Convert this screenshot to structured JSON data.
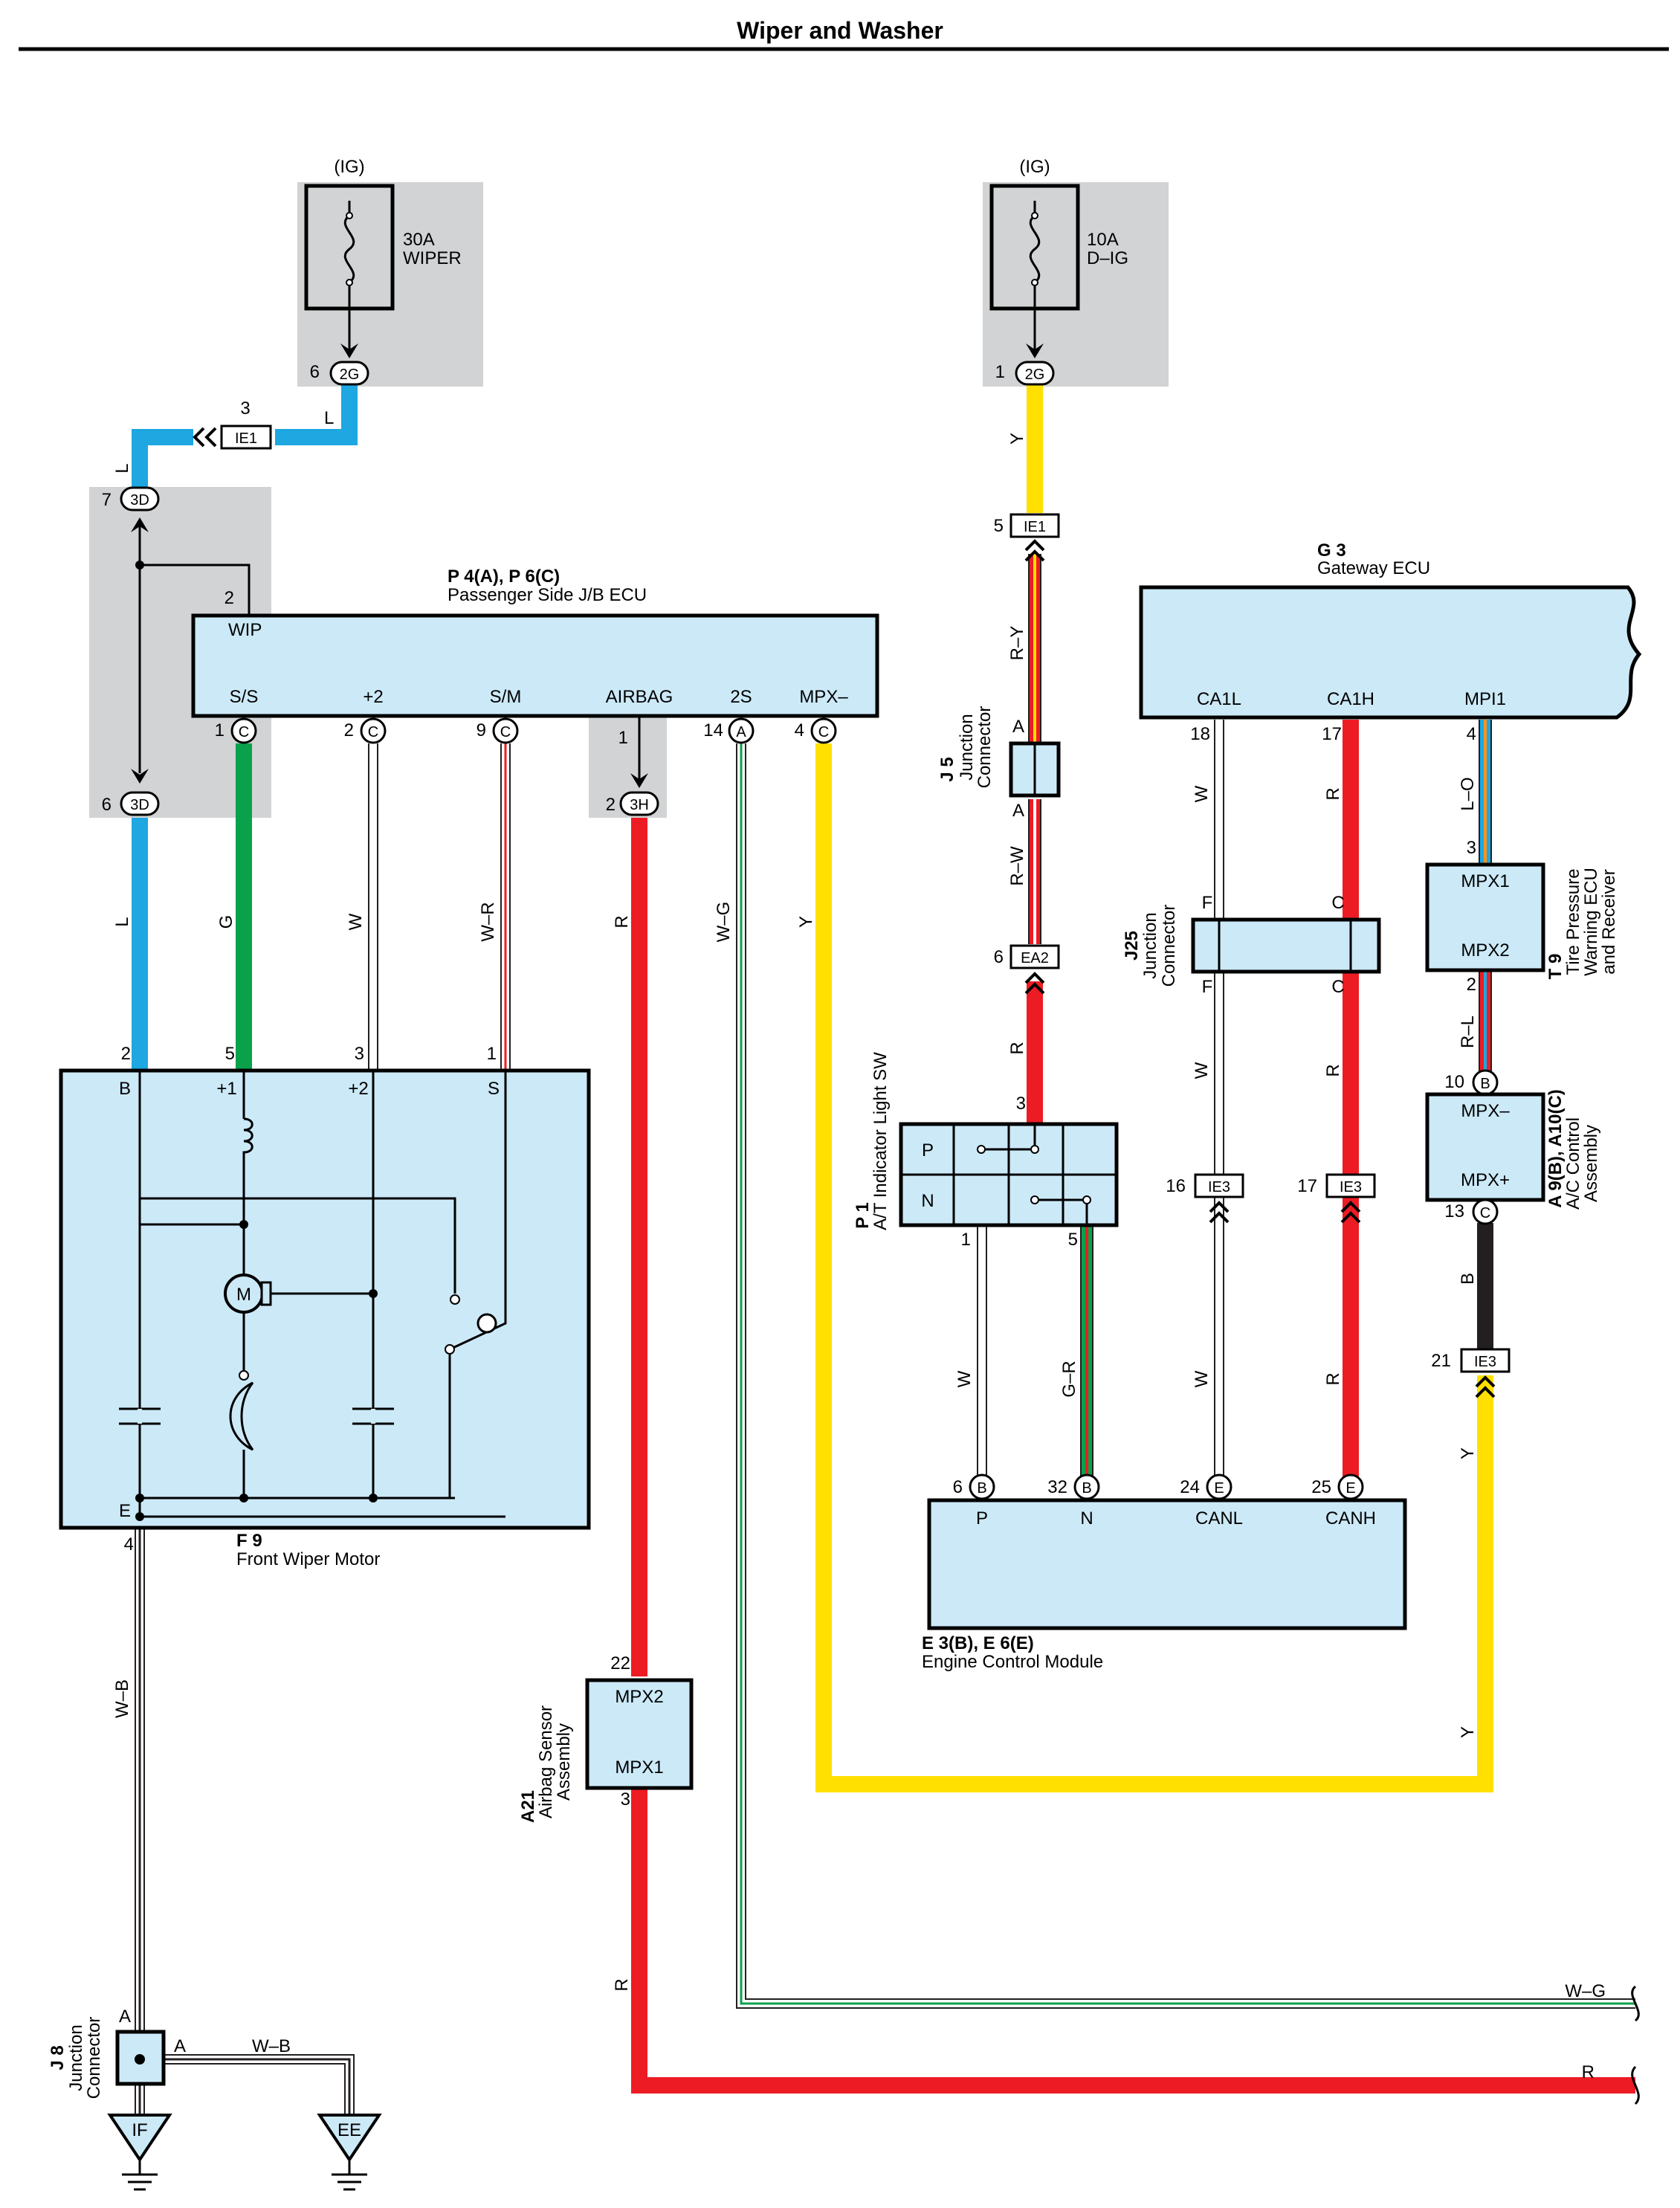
{
  "title": "Wiper and Washer",
  "colors": {
    "blue": "#1ea7e1",
    "green": "#0aa14b",
    "yellow": "#ffe000",
    "red": "#ed1c24",
    "black": "#231f20",
    "panel": "#cce9f7",
    "shade": "#d1d3d4"
  },
  "fuses": [
    {
      "source": "(IG)",
      "rating": "30A",
      "name": "WIPER",
      "pin": "6",
      "conn": "2G"
    },
    {
      "source": "(IG)",
      "rating": "10A",
      "name": "D–IG",
      "pin": "1",
      "conn": "2G"
    }
  ],
  "jb_ecu": {
    "id": "P 4(A), P 6(C)",
    "name": "Passenger Side J/B ECU",
    "top_terminal": "WIP",
    "top_pin": "2",
    "terminals": [
      {
        "name": "S/S",
        "pin": "1",
        "conn": "C"
      },
      {
        "name": "+2",
        "pin": "2",
        "conn": "C"
      },
      {
        "name": "S/M",
        "pin": "9",
        "conn": "C"
      },
      {
        "name": "AIRBAG",
        "pin": "",
        "conn": ""
      },
      {
        "name": "2S",
        "pin": "14",
        "conn": "A"
      },
      {
        "name": "MPX–",
        "pin": "4",
        "conn": "C"
      }
    ]
  },
  "junctions": {
    "ie1_left": {
      "pin": "3",
      "conn": "IE1",
      "wire": "L"
    },
    "ie1_right": {
      "pin": "5",
      "conn": "IE1"
    },
    "p3d_top": {
      "pin": "7",
      "conn": "3D"
    },
    "p3d_bottom": {
      "pin": "6",
      "conn": "3D"
    },
    "p3h": {
      "pin_top": "1",
      "pin": "2",
      "conn": "3H"
    },
    "ea2": {
      "pin": "6",
      "conn": "EA2"
    },
    "ie3_a": {
      "pin": "16",
      "conn": "IE3"
    },
    "ie3_b": {
      "pin": "17",
      "conn": "IE3"
    },
    "ie3_c": {
      "pin": "21",
      "conn": "IE3"
    }
  },
  "wire_labels": {
    "l": "L",
    "g": "G",
    "w": "W",
    "wr": "W–R",
    "r": "R",
    "wg": "W–G",
    "y": "Y",
    "wb": "W–B",
    "ry": "R–Y",
    "rw": "R–W",
    "lo": "L–O",
    "rl": "R–L",
    "b": "B",
    "gr": "G–R"
  },
  "wiper_motor": {
    "id": "F 9",
    "name": "Front Wiper Motor",
    "terminals": [
      {
        "name": "B",
        "pin": "2"
      },
      {
        "name": "+1",
        "pin": "5"
      },
      {
        "name": "+2",
        "pin": "3"
      },
      {
        "name": "S",
        "pin": "1"
      }
    ],
    "ground": {
      "name": "E",
      "pin": "4"
    },
    "motor": "M"
  },
  "gateway": {
    "id": "G 3",
    "name": "Gateway ECU",
    "terminals": [
      {
        "name": "CA1L",
        "pin": "18"
      },
      {
        "name": "CA1H",
        "pin": "17"
      },
      {
        "name": "MPI1",
        "pin": "4"
      }
    ]
  },
  "j5": {
    "id": "J 5",
    "name": "Junction Connector",
    "pin_a": "A"
  },
  "j25": {
    "id": "J25",
    "name": "Junction Connector",
    "pin_f": "F",
    "pin_c": "C"
  },
  "tire_ecu": {
    "id": "T 9",
    "name": "Tire Pressure Warning ECU and Receiver",
    "name_lines": [
      "Tire Pressure",
      "Warning ECU",
      "and Receiver"
    ],
    "terminals": [
      {
        "name": "MPX1",
        "pin": "3"
      },
      {
        "name": "MPX2",
        "pin": "2"
      }
    ]
  },
  "ac": {
    "id": "A 9(B), A10(C)",
    "name": "A/C Control Assembly",
    "name_lines": [
      "A/C Control",
      "Assembly"
    ],
    "terminals": [
      {
        "name": "MPX–",
        "pin": "10",
        "conn": "B"
      },
      {
        "name": "MPX+",
        "pin": "13",
        "conn": "C"
      }
    ]
  },
  "at_sw": {
    "id": "P 1",
    "name": "A/T Indicator Light SW",
    "positions": [
      "P",
      "N"
    ],
    "pin_top": "3",
    "pins_bottom": [
      "1",
      "5"
    ]
  },
  "ecm": {
    "id": "E 3(B), E 6(E)",
    "name": "Engine Control Module",
    "terminals": [
      {
        "name": "P",
        "pin": "6",
        "conn": "B"
      },
      {
        "name": "N",
        "pin": "32",
        "conn": "B"
      },
      {
        "name": "CANL",
        "pin": "24",
        "conn": "E"
      },
      {
        "name": "CANH",
        "pin": "25",
        "conn": "E"
      }
    ]
  },
  "airbag": {
    "id": "A21",
    "name": "Airbag Sensor Assembly",
    "name_lines": [
      "Airbag Sensor",
      "Assembly"
    ],
    "terminals": [
      {
        "name": "MPX2",
        "pin": "22"
      },
      {
        "name": "MPX1",
        "pin": "3"
      }
    ]
  },
  "j8": {
    "id": "J 8",
    "name": "Junction Connector",
    "pin_a": "A",
    "pin_a2": "A",
    "wire": "W–B"
  },
  "grounds": [
    "IF",
    "EE"
  ],
  "continuation": {
    "wg": "W–G",
    "r": "R"
  }
}
